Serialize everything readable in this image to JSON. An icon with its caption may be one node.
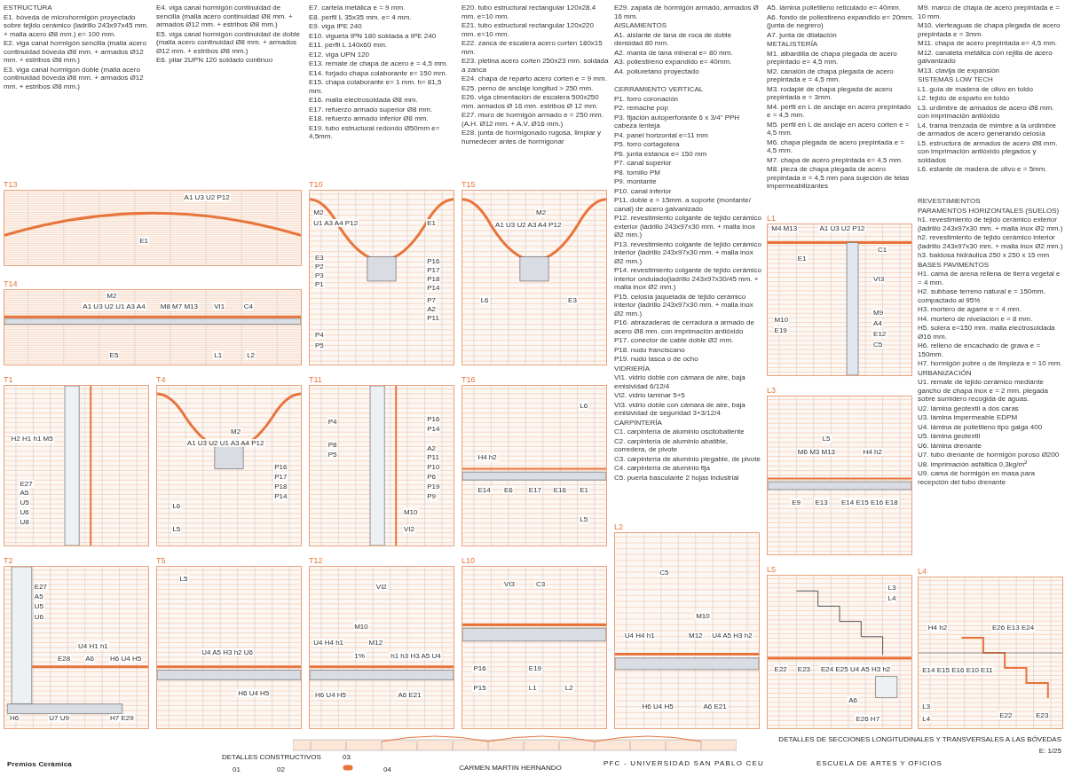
{
  "diagram": {
    "nodes": [
      {
        "text": [
          "T13",
          "A1 U3 U2 P12",
          "E1"
        ]
      },
      {
        "text": [
          "T14",
          "M2",
          "A1 U3 U2 U1 A3 A4",
          "M8 M7 M13",
          "VI1",
          "C4",
          "E5",
          "L1",
          "L2"
        ]
      },
      {
        "text": [
          "T10",
          "M2",
          "U1 A3 A4 P12",
          "E1",
          "E3",
          "P2",
          "P3",
          "P1",
          "P16",
          "P17",
          "P18",
          "P14",
          "P7",
          "A2",
          "P11",
          "P4",
          "P5"
        ]
      },
      {
        "text": [
          "T15",
          "M2",
          "A1 U3 U2 A3 A4 P12",
          "L6",
          "E3"
        ]
      },
      {
        "text": [
          "L1",
          "M4 M13",
          "A1 U3 U2 P12",
          "E1",
          "C1",
          "VI3",
          "M10",
          "E19",
          "M9",
          "A4",
          "E12",
          "C5"
        ]
      },
      {
        "text": [
          "L10",
          "VI3",
          "C3",
          "P16",
          "P15",
          "E19",
          "L1",
          "L2"
        ]
      },
      {
        "text": [
          "T1",
          "H2 H1 h1 M5",
          "E27",
          "A5",
          "U5",
          "U6",
          "U8"
        ]
      },
      {
        "text": [
          "T4",
          "M2",
          "A1 U3 U2 U1 A3 A4 P12",
          "P16",
          "P17",
          "P18",
          "P14",
          "L6",
          "L5"
        ]
      },
      {
        "text": [
          "T11",
          "P4",
          "P8",
          "P5",
          "P16",
          "P14",
          "A2",
          "P11",
          "P10",
          "P6",
          "P19",
          "P9",
          "M10",
          "VI2"
        ]
      },
      {
        "text": [
          "T16",
          "L6",
          "H4 h2",
          "E14",
          "E6",
          "E17",
          "E16",
          "E1",
          "L5"
        ]
      },
      {
        "text": [
          "L3",
          "L5",
          "M6 M3 M13",
          "H4 h2",
          "E9",
          "E13",
          "E14 E15 E16 E18"
        ]
      },
      {
        "text": [
          "L4",
          "H4 h2",
          "E26 E13 E24",
          "E14 E15 E16 E10 E11",
          "E22",
          "E23",
          "L3",
          "L4"
        ]
      },
      {
        "text": [
          "T2",
          "E27",
          "A5",
          "U5",
          "U6",
          "U4 H1 h1",
          "E28",
          "A6",
          "H6 U4 H5",
          "H6",
          "U7 U9",
          "H7 E29"
        ]
      },
      {
        "text": [
          "T5",
          "L5",
          "U4 A5 H3 h2 U6",
          "H6 U4 H5"
        ]
      },
      {
        "text": [
          "T12",
          "VI2",
          "M10",
          "U4 H4 h1",
          "M12",
          "1%",
          "h1 h3 H3 A5 U4",
          "H6 U4 H5",
          "A6 E21"
        ]
      },
      {
        "text": [
          "L2",
          "C5",
          "M10",
          "U4 H4 h1",
          "M12",
          "U4 A5 H3 h2",
          "H6 U4 H5",
          "A6 E21"
        ]
      },
      {
        "text": [
          "L5",
          "L3",
          "L4",
          "E22",
          "E23",
          "E24 E25 U4 A5 H3 h2",
          "A6",
          "E26 H7"
        ]
      }
    ],
    "labels": [
      "ESTRUCTURA",
      "E1. bóveda de microhormigón proyectado sobre tejido cerámico (ladrillo 243x97x45 mm. + malla acero Ø8 mm.) e= 100 mm.",
      "E2. viga canal hormigón sencilla (malla acero continuidad bóveda Ø8 mm. + armados Ø12 mm. + estribos Ø8 mm.)",
      "E3. viga canal hormigón doble (malla acero continuidad bóveda Ø8 mm. + armados Ø12 mm. + estribos Ø8 mm.)",
      "E4. viga canal hormigón continuidad de sencilla (malla acero continuidad Ø8 mm. + armados Ø12 mm. + estribos Ø8 mm.)",
      "E5. viga canal hormigón continuidad de doble (malla acero continuidad Ø8 mm. + armados Ø12 mm. + estribos Ø8 mm.)",
      "E6. pilar 2UPN 120 soldado continuo",
      "E7. cartela metálica e = 9 mm.",
      "E8. perfil L 35x35 mm. e= 4 mm.",
      "E9. viga IPE 240",
      "E10. vigueta IPN 180 soldada a IPE 240",
      "E11. perfil L 140x60 mm.",
      "E12. viga UPN 120",
      "E13. remate de chapa de acero e = 4,5 mm.",
      "E14. forjado chapa colaborante e= 150 mm.",
      "E15. chapa colaborante e= 1 mm. h= 81,5 mm.",
      "E16. malla electrosoldada Ø8 mm.",
      "E17. refuerzo armado superior Ø8 mm.",
      "E18. refuerzo armado inferior Ø8 mm.",
      "E19. tubo estructural redondo Ø50mm e= 4,5mm.",
      "E20. tubo estructural rectangular 120x28,4 mm. e=10 mm.",
      "E21. tubo estructural rectangular 120x220 mm. e=10 mm.",
      "E22. zanca de escalera acero corten 180x15 mm.",
      "E23. pletina acero corten 250x23 mm. soldada a zanca",
      "E24. chapa de reparto acero corten e = 9 mm.",
      "E25. perno de anclaje longitud > 250 mm.",
      "E26. viga cimentación de escalera 500x250 mm. armados Ø 16 mm. estribos Ø 12 mm.",
      "E27. muro de hormigón armado e = 250 mm. (A.H. Ø12 mm. + A.V. Ø16 mm.)",
      "E28. junta de hormigonado rugosa, limpiar y humedecer antes de hormigonar",
      "E29. zapata de hormigón armado, armados Ø 16 mm.",
      "AISLAMIENTOS",
      "A1. aislante de lana de roca de doble densidad 80 mm.",
      "A2. manta de lana mineral e= 80 mm.",
      "A3. poliestireno expandido e= 40mm.",
      "A4. poliuretano proyectado",
      "A5. lámina polietileno reticulado e= 40mm.",
      "A6. fondo de poliestireno expandido e= 20mm. (junta de negrero)",
      "A7. junta de dilatación",
      "METALISTERÍA",
      "M1. albardilla de chapa plegada de acero prepintado e= 4,5 mm.",
      "M2. canalón de chapa plegada de acero prepintada e = 4,5 mm.",
      "M3. rodapié de chapa plegada de acero prepintada e = 3mm.",
      "M4. perfil en L de anclaje en acero prepintado e = 4,5 mm.",
      "M5. perfil en L de anclaje en acero corten e = 4,5 mm.",
      "M6. chapa plegada de acero prepintada e = 4,5 mm.",
      "M7. chapa de acero prepintada e= 4,5 mm.",
      "M8. pieza de chapa plegada de acero prepintada e = 4,5 mm para sujeción de telas impermeabilizantes",
      "M9. marco de chapa de acero prepintada e = 10 mm.",
      "M10. vierteaguas de chapa plegada de acero prepintada e = 3mm.",
      "M11. chapa de acero prepintada e= 4,5 mm.",
      "M12. canaleta metálica con rejilla de acero galvanizado",
      "M13. clavija de expansión",
      "SISTEMAS LOW TECH",
      "L1. guía de madera de olivo en toldo",
      "L2. tejido de esparto en toldo",
      "L3. urdimbre de armados de acero Ø8 mm. con imprimación antióxido",
      "L4. trama trenzada de mimbre a la urdimbre de armados de acero generando celosía",
      "L5. estructura de armados de acero Ø8 mm. con imprimación antióxido plegados y soldados",
      "L6. estante de madera de olivo e = 5mm.",
      "CERRAMIENTO VERTICAL",
      "P1. forro coronación",
      "P2. remache pop",
      "P3. fijación autoperforante 6 x 3/4\" PPH cabeza lenteja",
      "P4. panel horizontal e=11 mm",
      "P5. forro cortagotera",
      "P6. junta estanca e= 150 mm",
      "P7. canal superior",
      "P8. tornillo PM",
      "P9. montante",
      "P10. canal inferior",
      "P11. doble e = 15mm. a soporte (montante/ canal) de acero galvanizado",
      "P12. revestimiento colgante de tejido cerámico exterior (ladrillo 243x97x30 mm. + malla inox Ø2 mm.)",
      "P13. revestimiento colgante de tejido cerámico interior (ladrillo 243x97x30 mm. + malla inox Ø2 mm.)",
      "P14. revestimiento colgante de tejido cerámico interior ondulado(ladrillo 243x97x30/45 mm. + malla inox Ø2 mm.)",
      "P15. celosía jaquelada de tejido cerámico interior (ladrillo 243x97x30 mm. + malla inox Ø2 mm.)",
      "P16. abrazaderas de cerradura a armado de acero Ø8 mm. con imprimación antióxido",
      "P17. conector de cable doble Ø2 mm.",
      "P18. nudo franciscano",
      "P19. nudo lasca o de ocho",
      "VIDRIERÍA",
      "VI1. vidrio doble con cámara de aire, baja emisividad 6/12/4",
      "VI2. vidrio laminar 5+5",
      "VI3. vidrio doble con cámara de aire, baja emisividad de seguridad 3+3/12/4",
      "CARPINTERÍA",
      "C1. carpintería de aluminio oscilobatiente",
      "C2. carpintería de aluminio abatible, corredera, de pivote",
      "C3. carpintería de aluminio plegable, de pivote",
      "C4. carpintería de aluminio fija",
      "C5. puerta basculante 2 hojas industrial",
      "REVESTIMIENTOS",
      "PARAMENTOS HORIZONTALES (SUELOS)",
      "h1. revestimiento de tejido cerámico exterior (ladrillo 243x97x30 mm. + malla inox Ø2 mm.)",
      "h2. revestimiento de tejido cerámico interior (ladrillo 243x97x30 mm. + malla inox Ø2 mm.)",
      "h3. baldosa hidráulica 250 x 250 x 15 mm",
      "BASES PAVIMENTOS",
      "H1. cama de arena rellena de tierra vegetal e = 4 mm.",
      "H2. subbase terreno natural e = 150mm. compactado al 95%",
      "H3. mortero de agarre e = 4 mm.",
      "H4. mortero de nivelación e = 8 mm.",
      "H5. solera e=150 mm. malla electrosoldada Ø16 mm.",
      "H6. relleno de encachado de grava e = 150mm.",
      "H7. hormigón pobre o de limpieza e = 10 mm.",
      "URBANIZACIÓN",
      "U1. remate de tejido cerámico mediante gancho de chapa inox e = 2 mm. plegada sobre sumidero recogida de aguas.",
      "U2. lámina geotextil a dos caras",
      "U3. lámina impermeable EDPM",
      "U4. lámina de polietileno tipo galga 400",
      "U5. lámina geotextil",
      "U6. lámina drenante",
      "U7. tubo drenante de hormigón poroso Ø200",
      "U8. imprimación asfáltica 0,3kg/m$^{2}$",
      "U9. cama de hormigón en masa para recepción del tubo drenante",
      "DETALLES DE SECCIONES LONGITUDINALES Y TRANSVERSALES A LAS BÓVEDAS",
      "E: 1/25",
      "Premios Cerámica",
      "DETALLES CONSTRUCTIVOS",
      "01",
      "02",
      "03",
      "04",
      "PFC - UNIVERSIDAD SAN PABLO CEU",
      "ESCUELA DE ARTES Y OFICIOS",
      "CARMEN MARTIN HERNANDO"
    ]
  }
}
